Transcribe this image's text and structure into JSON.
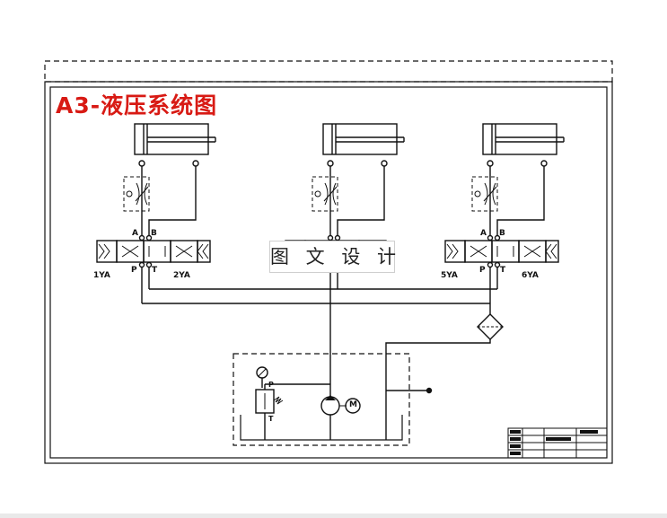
{
  "title": "A3-液压系统图",
  "watermark": "图 文 设 计",
  "labels": {
    "solenoids": [
      "1YA",
      "2YA",
      "5YA",
      "6YA"
    ],
    "ports": [
      "A",
      "B",
      "P",
      "T"
    ],
    "pump_ports": [
      "P",
      "T"
    ],
    "motor": "M"
  },
  "colors": {
    "title": "#d81a14",
    "line": "#111111"
  }
}
